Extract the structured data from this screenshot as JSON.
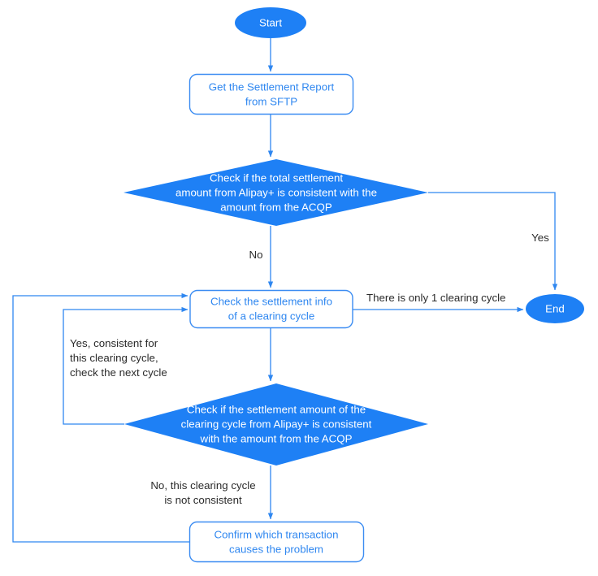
{
  "diagram": {
    "title": "Settlement Reconciliation Flowchart",
    "colors": {
      "node_fill_blue": "#1e80f5",
      "node_text_on_fill": "#ffffff",
      "node_border_blue": "#3b8cf2",
      "node_text_on_white": "#2f87f0",
      "edge_line_blue": "#2f87f0",
      "edge_label_text": "#2b2b2b",
      "background": "#ffffff"
    },
    "nodes": [
      {
        "id": "start",
        "type": "terminator",
        "shape": "ellipse",
        "style": "filled",
        "label": "Start"
      },
      {
        "id": "get-report",
        "type": "process",
        "shape": "rounded-rect",
        "style": "outlined",
        "label_lines": [
          "Get the Settlement Report",
          "from SFTP"
        ]
      },
      {
        "id": "check-total",
        "type": "decision",
        "shape": "diamond",
        "style": "filled",
        "label_lines": [
          "Check if the total settlement",
          "amount from Alipay+ is consistent with the",
          "amount from the ACQP"
        ]
      },
      {
        "id": "check-cycle-info",
        "type": "process",
        "shape": "rounded-rect",
        "style": "outlined",
        "label_lines": [
          "Check the settlement info",
          "of a clearing cycle"
        ]
      },
      {
        "id": "check-cycle-amount",
        "type": "decision",
        "shape": "diamond",
        "style": "filled",
        "label_lines": [
          "Check if the settlement amount of the",
          "clearing cycle from Alipay+ is consistent",
          "with the amount from the ACQP"
        ]
      },
      {
        "id": "confirm-transaction",
        "type": "process",
        "shape": "rounded-rect",
        "style": "outlined",
        "label_lines": [
          "Confirm which transaction",
          "causes the problem"
        ]
      },
      {
        "id": "end",
        "type": "terminator",
        "shape": "ellipse",
        "style": "filled",
        "label": "End"
      }
    ],
    "edges": [
      {
        "id": "e-start-report",
        "from": "start",
        "to": "get-report",
        "label": ""
      },
      {
        "id": "e-report-checktotal",
        "from": "get-report",
        "to": "check-total",
        "label": ""
      },
      {
        "id": "e-checktotal-no",
        "from": "check-total",
        "to": "check-cycle-info",
        "label": "No"
      },
      {
        "id": "e-checktotal-yes",
        "from": "check-total",
        "to": "end",
        "label": "Yes"
      },
      {
        "id": "e-cycleinfo-end",
        "from": "check-cycle-info",
        "to": "end",
        "label": "There is only 1 clearing cycle"
      },
      {
        "id": "e-cycleinfo-checkamount",
        "from": "check-cycle-info",
        "to": "check-cycle-amount",
        "label": ""
      },
      {
        "id": "e-checkamount-yes-loop",
        "from": "check-cycle-amount",
        "to": "check-cycle-info",
        "label_lines": [
          "Yes, consistent for",
          "this clearing cycle,",
          "check the next cycle"
        ]
      },
      {
        "id": "e-checkamount-no",
        "from": "check-cycle-amount",
        "to": "confirm-transaction",
        "label_lines": [
          "No, this clearing cycle",
          "is not consistent"
        ]
      },
      {
        "id": "e-confirm-loop",
        "from": "confirm-transaction",
        "to": "check-cycle-info",
        "label": ""
      }
    ],
    "labels": {
      "start": "Start",
      "end": "End",
      "get_report_l1": "Get the Settlement Report",
      "get_report_l2": "from SFTP",
      "check_total_l1": "Check if the total settlement",
      "check_total_l2": "amount from Alipay+ is consistent with the",
      "check_total_l3": "amount from the ACQP",
      "cycle_info_l1": "Check the settlement info",
      "cycle_info_l2": "of a clearing cycle",
      "check_amount_l1": "Check if the settlement amount of the",
      "check_amount_l2": "clearing cycle from Alipay+ is consistent",
      "check_amount_l3": "with the amount from the ACQP",
      "confirm_l1": "Confirm which transaction",
      "confirm_l2": "causes the problem",
      "edge_no": "No",
      "edge_yes": "Yes",
      "edge_one_cycle": "There is only 1 clearing cycle",
      "edge_yes_loop_l1": "Yes, consistent for",
      "edge_yes_loop_l2": "this clearing cycle,",
      "edge_yes_loop_l3": "check the next cycle",
      "edge_no_loop_l1": "No, this clearing cycle",
      "edge_no_loop_l2": "is not consistent"
    }
  }
}
